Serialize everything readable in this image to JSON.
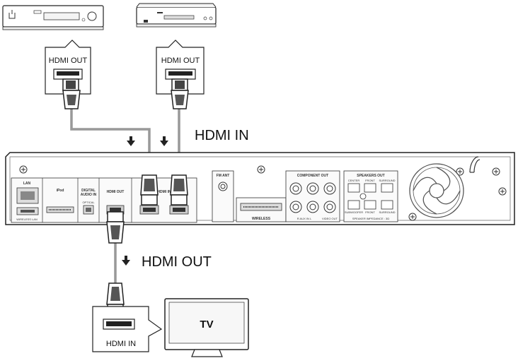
{
  "labels": {
    "source1_out": "HDMI OUT",
    "source2_out": "HDMI OUT",
    "hdmi_in_main": "HDMI IN",
    "hdmi_out_main": "HDMI OUT",
    "tv_hdmi_in": "HDMI  IN",
    "tv_label": "TV"
  },
  "panel": {
    "lan": "LAN",
    "wireless_lan": "WIRELESS LAN",
    "ipod": "iPod",
    "digital_audio_in": "DIGITAL",
    "digital_audio_in2": "AUDIO IN",
    "optical": "OPTICAL",
    "hdmi_out": "HDMI OUT",
    "hdmi_in": "HDMI IN",
    "fm_ant": "FM ANT",
    "wireless": "WIRELESS",
    "component_out": "COMPONENT OUT",
    "aux_in": "R  AUX IN  L",
    "video_out": "VIDEO OUT",
    "speakers_out": "SPEAKERS OUT",
    "center": "CENTER",
    "front": "FRONT",
    "surround": "SURROUND",
    "subwoofer": "SUBWOOFER",
    "front2": "FRONT",
    "surround2": "SURROUND",
    "speaker_impedance": "SPEAKER IMPEDANCE : 3Ω"
  }
}
